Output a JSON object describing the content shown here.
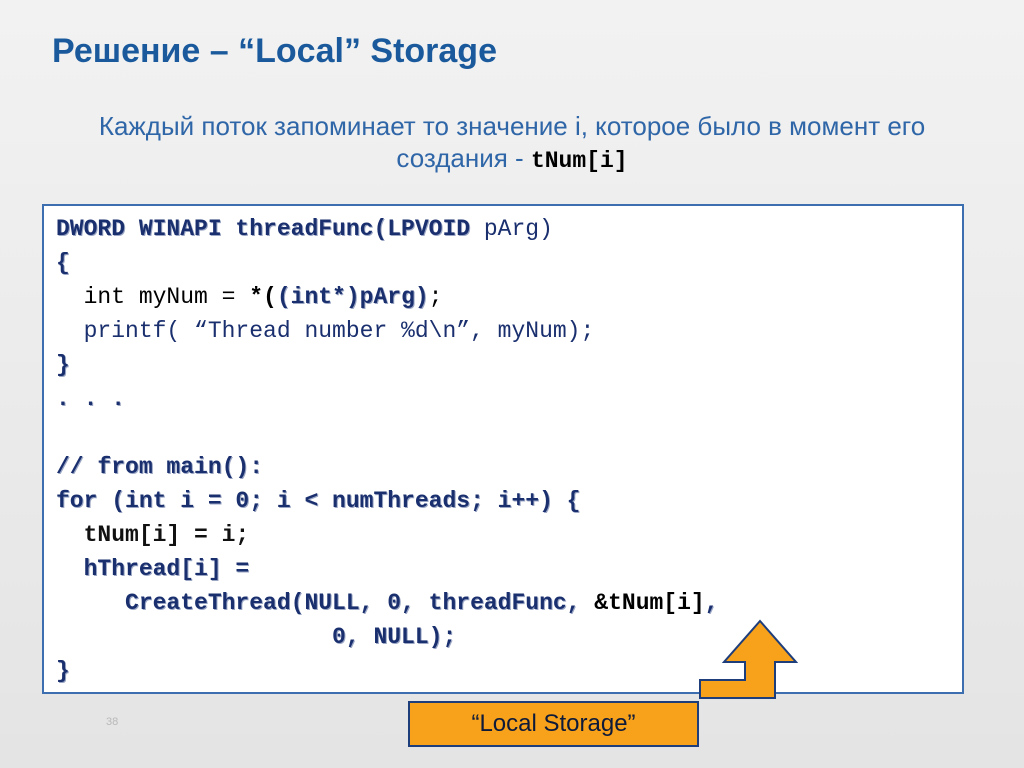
{
  "slide": {
    "title": "Решение – “Local” Storage",
    "subtitle_text": "Каждый поток запоминает то значение i, которое было в момент его создания - ",
    "subtitle_code": "tNum[i]",
    "page_number": "38"
  },
  "code": {
    "l1a": "DWORD WINAPI threadFunc(LPVOID ",
    "l1b": "pArg)",
    "l2": "{",
    "l3a": "  int myNum = ",
    "l3b": "*(",
    "l3c": "(int*)pArg)",
    "l3d": ";",
    "l4": "  printf( “Thread number %d\\n”, myNum);",
    "l5": "}",
    "l6": ". . .",
    "l7": "// from main():",
    "l8": "for (int i = 0; i < numThreads; i++) {",
    "l9": "  tNum[i] = i;",
    "l10": "  hThread[i] =",
    "l11a": "     CreateThread(NULL, 0, threadFunc, ",
    "l11b": "&tNum[i]",
    "l11c": ",",
    "l12": "                    0, NULL);",
    "l13": "}"
  },
  "callout": {
    "label": "“Local Storage”",
    "fill_color": "#f7a21a",
    "border_color": "#1e3d7b"
  }
}
